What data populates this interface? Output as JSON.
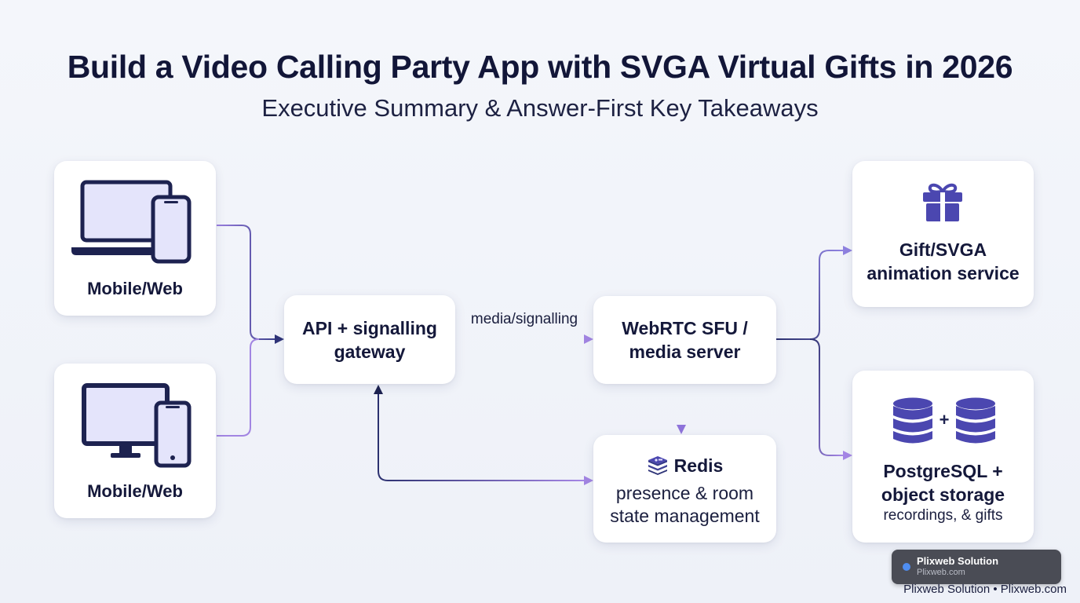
{
  "header": {
    "title": "Build a Video Calling Party App with SVGA Virtual Gifts in 2026",
    "subtitle": "Executive Summary & Answer-First Key Takeaways"
  },
  "nodes": {
    "client_laptop": {
      "label": "Mobile/Web",
      "icon": "laptop-phone-icon"
    },
    "client_desktop": {
      "label": "Mobile/Web",
      "icon": "desktop-phone-icon"
    },
    "gateway": {
      "line1": "API + signalling",
      "line2": "gateway"
    },
    "sfu": {
      "line1": "WebRTC SFU /",
      "line2": "media server"
    },
    "redis": {
      "title": "Redis",
      "line1": "presence & room",
      "line2": "state management",
      "icon": "redis-stack-icon"
    },
    "gift": {
      "line1": "Gift/SVGA",
      "line2": "animation service",
      "icon": "gift-icon"
    },
    "storage": {
      "line1": "PostgreSQL +",
      "line2": "object storage",
      "line3": "recordings, & gifts",
      "icon": "database-plus-database-icon",
      "plus": "+"
    }
  },
  "edges": {
    "media_label": "media/signalling"
  },
  "badge": {
    "name": "Plixweb Solution",
    "domain": "Plixweb.com"
  },
  "footer": {
    "text": "Plixweb Solution • Plixweb.com"
  },
  "colors": {
    "navy": "#1d2250",
    "purple": "#8b6fd6",
    "icon_fill": "#e4e4fb",
    "accent": "#4b47b0"
  }
}
